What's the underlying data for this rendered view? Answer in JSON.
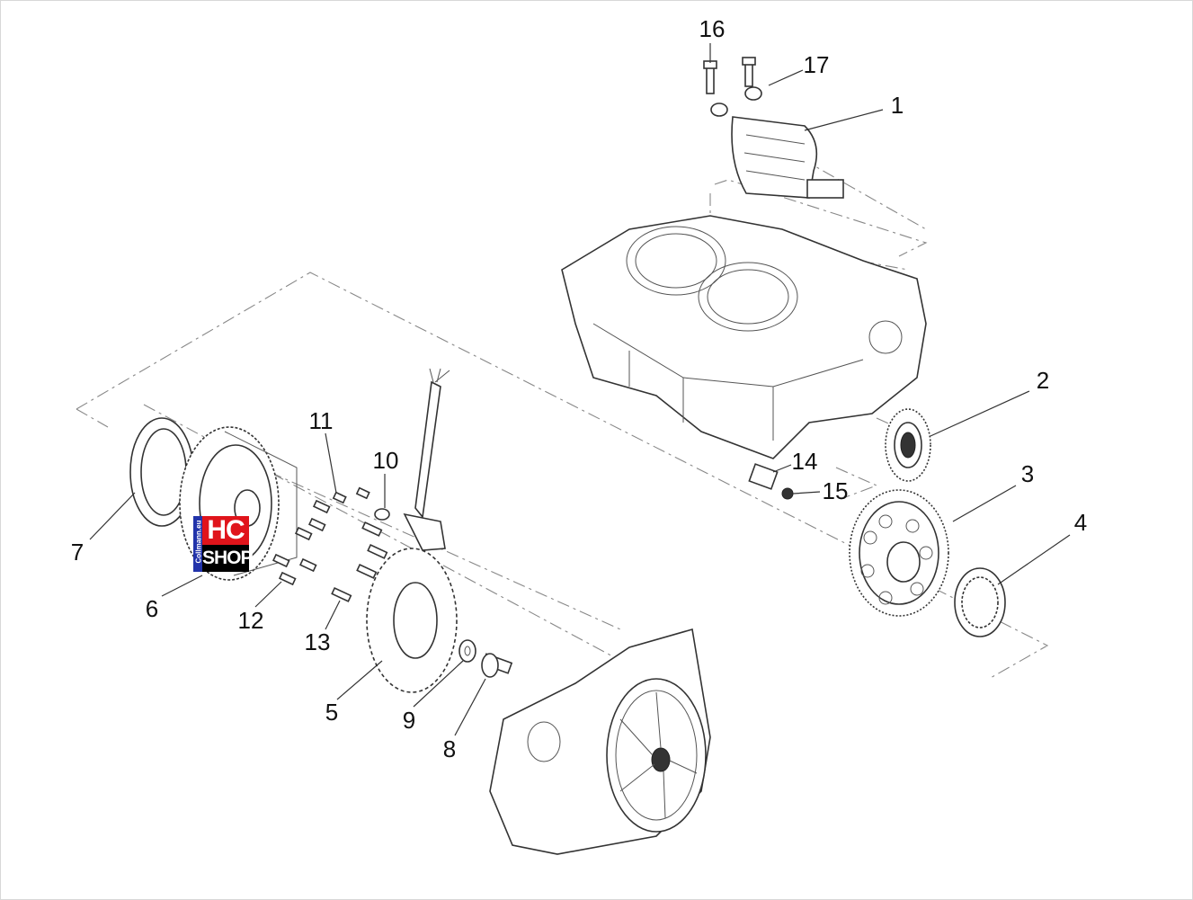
{
  "diagram": {
    "callouts": {
      "c1": "1",
      "c2": "2",
      "c3": "3",
      "c4": "4",
      "c5": "5",
      "c6": "6",
      "c7": "7",
      "c8": "8",
      "c9": "9",
      "c10": "10",
      "c11": "11",
      "c12": "12",
      "c13": "13",
      "c14": "14",
      "c15": "15",
      "c16": "16",
      "c17": "17"
    },
    "logo": {
      "top": "HC",
      "bottom": "SHOP",
      "side": "Collmann.eu"
    }
  }
}
